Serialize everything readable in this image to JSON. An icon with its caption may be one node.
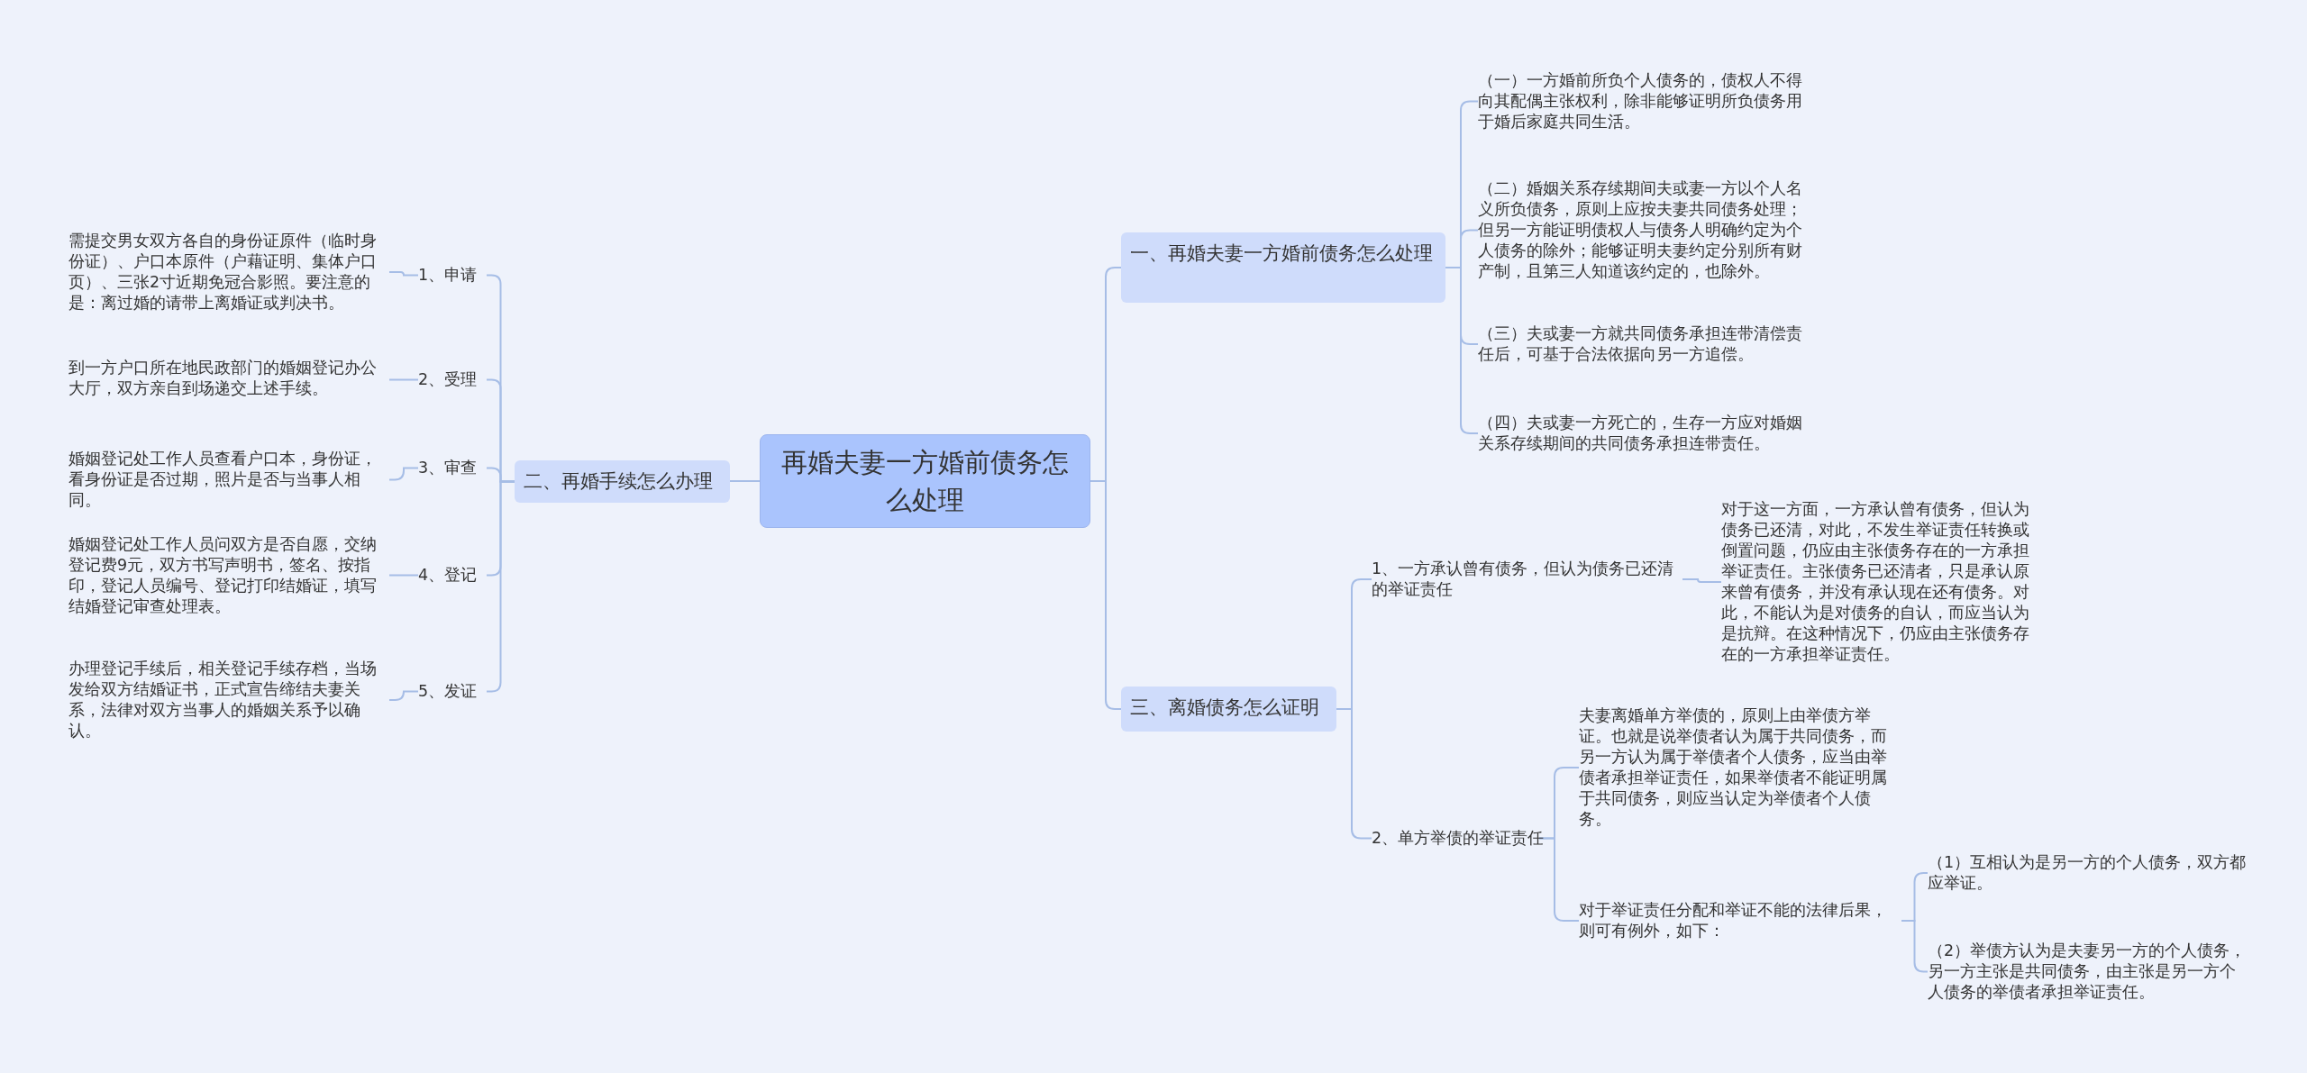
{
  "diagram": {
    "nodes": [
      {
        "text": [
          "再婚夫妻一方婚前债务怎么处理"
        ]
      },
      {
        "text": [
          "一、再婚夫妻一方婚前债务怎么处理"
        ]
      },
      {
        "text": [
          "（一）一方婚前所负个人债务的，债权人不得向其配偶主张权利，除非能够证明所负债务用于婚后家庭共同生活。"
        ]
      },
      {
        "text": [
          "（二）婚姻关系存续期间夫或妻一方以个人名义所负债务，原则上应按夫妻共同债务处理；但另一方能证明债权人与债务人明确约定为个人债务的除外；能够证明夫妻约定分别所有财产制，且第三人知道该约定的，也除外。"
        ]
      },
      {
        "text": [
          "（三）夫或妻一方就共同债务承担连带清偿责任后，可基于合法依据向另一方追偿。"
        ]
      },
      {
        "text": [
          "（四）夫或妻一方死亡的，生存一方应对婚姻关系存续期间的共同债务承担连带责任。"
        ]
      },
      {
        "text": [
          "二、再婚手续怎么办理"
        ]
      },
      {
        "text": [
          "1、申请"
        ]
      },
      {
        "text": [
          "需提交男女双方各自的身份证原件（临时身份证）、户口本原件（户藉证明、集体户口页）、三张2寸近期免冠合影照。要注意的是：离过婚的请带上离婚证或判决书。"
        ]
      },
      {
        "text": [
          "2、受理"
        ]
      },
      {
        "text": [
          "到一方户口所在地民政部门的婚姻登记办公大厅，双方亲自到场递交上述手续。"
        ]
      },
      {
        "text": [
          "3、审查"
        ]
      },
      {
        "text": [
          "婚姻登记处工作人员查看户口本，身份证，看身份证是否过期，照片是否与当事人相同。"
        ]
      },
      {
        "text": [
          "4、登记"
        ]
      },
      {
        "text": [
          "婚姻登记处工作人员问双方是否自愿，交纳登记费9元，双方书写声明书，签名、按指印，登记人员编号、登记打印结婚证，填写结婚登记审查处理表。"
        ]
      },
      {
        "text": [
          "5、发证"
        ]
      },
      {
        "text": [
          "办理登记手续后，相关登记手续存档，当场发给双方结婚证书，正式宣告缔结夫妻关系，法律对双方当事人的婚姻关系予以确认。"
        ]
      },
      {
        "text": [
          "三、离婚债务怎么证明"
        ]
      },
      {
        "text": [
          "1、一方承认曾有债务，但认为债务已还清的举证责任"
        ]
      },
      {
        "text": [
          "对于这一方面，一方承认曾有债务，但认为债务已还清，对此，不发生举证责任转换或倒置问题，仍应由主张债务存在的一方承担举证责任。主张债务已还清者，只是承认原来曾有债务，并没有承认现在还有债务。对此，不能认为是对债务的自认，而应当认为是抗辩。在这种情况下，仍应由主张债务存在的一方承担举证责任。"
        ]
      },
      {
        "text": [
          "2、单方举债的举证责任"
        ]
      },
      {
        "text": [
          "夫妻离婚单方举债的，原则上由举债方举证。也就是说举债者认为属于共同债务，而另一方认为属于举债者个人债务，应当由举债者承担举证责任，如果举债者不能证明属于共同债务，则应当认定为举债者个人债务。"
        ]
      },
      {
        "text": [
          "对于举证责任分配和举证不能的法律后果，则可有例外，如下："
        ]
      },
      {
        "text": [
          "（1）互相认为是另一方的个人债务，双方都应举证。"
        ]
      },
      {
        "text": [
          "（2）举债方认为是夫妻另一方的个人债务，另一方主张是共同债务，由主张是另一方个人债务的举债者承担举证责任。"
        ]
      }
    ],
    "edges": [
      {
        "from": 0,
        "to": 1,
        "arrow": "none"
      },
      {
        "from": 1,
        "to": 2,
        "arrow": "none"
      },
      {
        "from": 1,
        "to": 3,
        "arrow": "none"
      },
      {
        "from": 1,
        "to": 4,
        "arrow": "none"
      },
      {
        "from": 1,
        "to": 5,
        "arrow": "none"
      },
      {
        "from": 0,
        "to": 6,
        "arrow": "none"
      },
      {
        "from": 6,
        "to": 7,
        "arrow": "none"
      },
      {
        "from": 7,
        "to": 8,
        "arrow": "none"
      },
      {
        "from": 6,
        "to": 9,
        "arrow": "none"
      },
      {
        "from": 9,
        "to": 10,
        "arrow": "none"
      },
      {
        "from": 6,
        "to": 11,
        "arrow": "none"
      },
      {
        "from": 11,
        "to": 12,
        "arrow": "none"
      },
      {
        "from": 6,
        "to": 13,
        "arrow": "none"
      },
      {
        "from": 13,
        "to": 14,
        "arrow": "none"
      },
      {
        "from": 6,
        "to": 15,
        "arrow": "none"
      },
      {
        "from": 15,
        "to": 16,
        "arrow": "none"
      },
      {
        "from": 0,
        "to": 17,
        "arrow": "none"
      },
      {
        "from": 17,
        "to": 18,
        "arrow": "none"
      },
      {
        "from": 18,
        "to": 19,
        "arrow": "none"
      },
      {
        "from": 17,
        "to": 20,
        "arrow": "none"
      },
      {
        "from": 20,
        "to": 21,
        "arrow": "none"
      },
      {
        "from": 20,
        "to": 22,
        "arrow": "none"
      },
      {
        "from": 22,
        "to": 23,
        "arrow": "none"
      },
      {
        "from": 22,
        "to": 24,
        "arrow": "none"
      }
    ]
  }
}
